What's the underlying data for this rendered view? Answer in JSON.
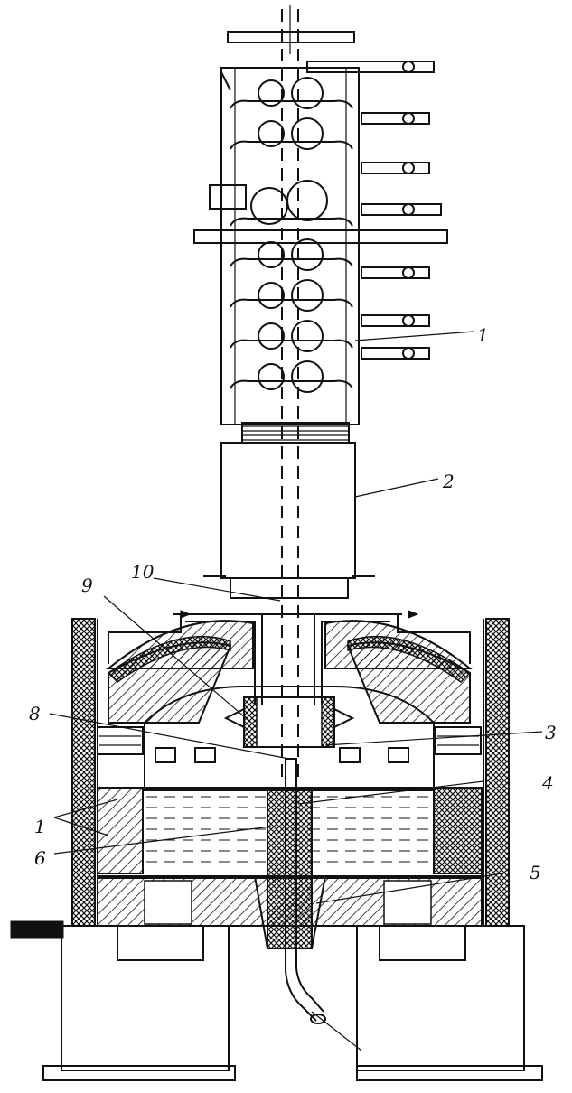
{
  "callouts": [
    {
      "id": "1",
      "label": "1"
    },
    {
      "id": "1b",
      "label": "1"
    },
    {
      "id": "2",
      "label": "2"
    },
    {
      "id": "3",
      "label": "3"
    },
    {
      "id": "4",
      "label": "4"
    },
    {
      "id": "5",
      "label": "5"
    },
    {
      "id": "6",
      "label": "6"
    },
    {
      "id": "8",
      "label": "8"
    },
    {
      "id": "9",
      "label": "9"
    },
    {
      "id": "10",
      "label": "10"
    }
  ],
  "colors": {
    "ink": "#111111",
    "paper": "#ffffff"
  }
}
